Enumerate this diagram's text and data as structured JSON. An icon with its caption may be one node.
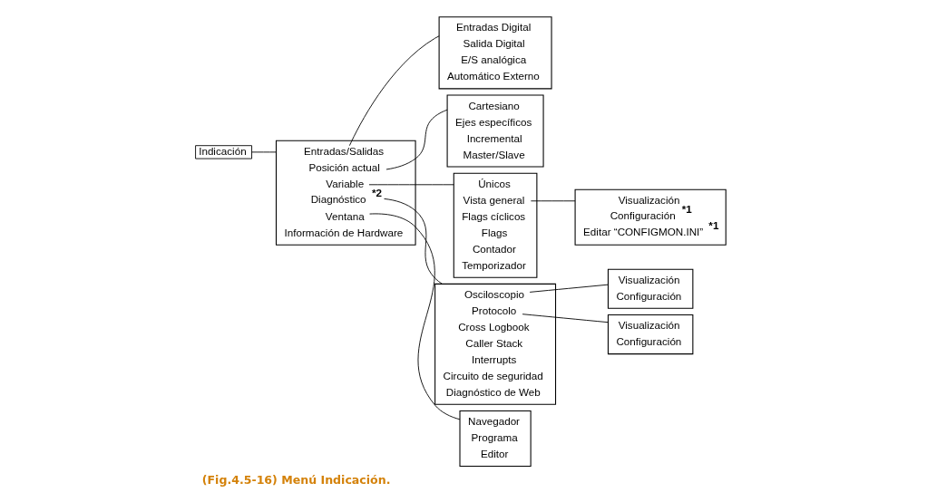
{
  "diagram": {
    "caption": "(Fig.4.5-16) Menú Indicación.",
    "nodes": [
      {
        "text": [
          "Indicación"
        ]
      },
      {
        "text": [],
        "shape": "box"
      },
      {
        "text": [
          "Entradas/Salidas"
        ],
        "in": 1
      },
      {
        "text": [
          "Posición actual"
        ],
        "in": 1
      },
      {
        "text": [
          "Variable"
        ],
        "in": 1
      },
      {
        "text": [
          "Diagnóstico"
        ],
        "in": 1,
        "beside": [
          "*2"
        ]
      },
      {
        "text": [
          "Ventana"
        ],
        "in": 1
      },
      {
        "text": [
          "Información de Hardware"
        ],
        "in": 1
      },
      {
        "text": [],
        "shape": "box"
      },
      {
        "text": [
          "Entradas Digital"
        ],
        "in": 8
      },
      {
        "text": [
          "Salida Digital"
        ],
        "in": 8
      },
      {
        "text": [
          "E/S analógica"
        ],
        "in": 8
      },
      {
        "text": [
          "Automático Externo"
        ],
        "in": 8
      },
      {
        "text": [],
        "shape": "box"
      },
      {
        "text": [
          "Cartesiano"
        ],
        "in": 13
      },
      {
        "text": [
          "Ejes específicos"
        ],
        "in": 13
      },
      {
        "text": [
          "Incremental"
        ],
        "in": 13
      },
      {
        "text": [
          "Master/Slave"
        ],
        "in": 13
      },
      {
        "text": [],
        "shape": "box"
      },
      {
        "text": [
          "Únicos"
        ],
        "in": 18
      },
      {
        "text": [
          "Vista general"
        ],
        "in": 18
      },
      {
        "text": [
          "Flags cíclicos"
        ],
        "in": 18
      },
      {
        "text": [
          "Flags"
        ],
        "in": 18
      },
      {
        "text": [
          "Contador"
        ],
        "in": 18
      },
      {
        "text": [
          "Temporizador"
        ],
        "in": 18
      },
      {
        "text": [],
        "shape": "box"
      },
      {
        "text": [
          "Visualización"
        ],
        "in": 25
      },
      {
        "text": [
          "Configuración"
        ],
        "in": 25,
        "beside": [
          "*1"
        ]
      },
      {
        "text": [
          "Editar “CONFIGMON.INI”"
        ],
        "in": 25,
        "beside": [
          "*1"
        ]
      },
      {
        "text": [],
        "shape": "box"
      },
      {
        "text": [
          "Osciloscopio"
        ],
        "in": 29
      },
      {
        "text": [
          "Protocolo"
        ],
        "in": 29
      },
      {
        "text": [
          "Cross Logbook"
        ],
        "in": 29
      },
      {
        "text": [
          "Caller Stack"
        ],
        "in": 29
      },
      {
        "text": [
          "Interrupts"
        ],
        "in": 29
      },
      {
        "text": [
          "Circuito de seguridad"
        ],
        "in": 29
      },
      {
        "text": [
          "Diagnóstico de Web"
        ],
        "in": 29
      },
      {
        "text": [],
        "shape": "box"
      },
      {
        "text": [
          "Visualización"
        ],
        "in": 37
      },
      {
        "text": [
          "Configuración"
        ],
        "in": 37
      },
      {
        "text": [],
        "shape": "box"
      },
      {
        "text": [
          "Visualización"
        ],
        "in": 40
      },
      {
        "text": [
          "Configuración"
        ],
        "in": 40
      },
      {
        "text": [],
        "shape": "box"
      },
      {
        "text": [
          "Navegador"
        ],
        "in": 43
      },
      {
        "text": [
          "Programa"
        ],
        "in": 43
      },
      {
        "text": [
          "Editor"
        ],
        "in": 43
      }
    ],
    "edges": [
      {
        "from": 0,
        "to": 1,
        "arrow": "none"
      },
      {
        "from": 2,
        "to": 8,
        "arrow": "none"
      },
      {
        "from": 3,
        "to": 13,
        "arrow": "none"
      },
      {
        "from": 4,
        "to": 18,
        "arrow": "none"
      },
      {
        "from": 5,
        "to": 29,
        "arrow": "none"
      },
      {
        "from": 6,
        "to": 43,
        "arrow": "none"
      },
      {
        "from": 20,
        "to": 25,
        "arrow": "none"
      },
      {
        "from": 30,
        "to": 37,
        "arrow": "none"
      },
      {
        "from": 31,
        "to": 40,
        "arrow": "none"
      }
    ]
  }
}
